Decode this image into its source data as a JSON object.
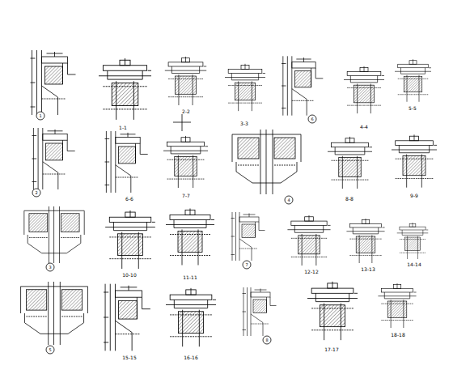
{
  "diagram": {
    "labels": [
      "1",
      "6",
      "2",
      "4",
      "3",
      "7",
      "5",
      "8",
      "1-1",
      "2-2",
      "3-3",
      "4-4",
      "5-5",
      "6-6",
      "7-7",
      "8-8",
      "9-9",
      "10-10",
      "11-11",
      "12-12",
      "13-13",
      "14-14",
      "15-15",
      "16-16",
      "17-17",
      "18-18"
    ]
  }
}
